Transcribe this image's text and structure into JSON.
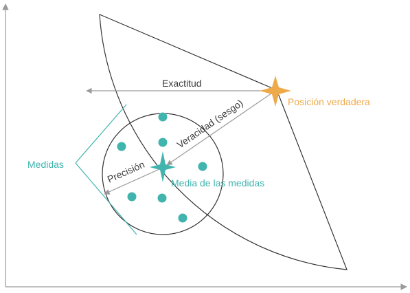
{
  "labels": {
    "exactitud": "Exactitud",
    "veracidad": "Veracidad (sesgo)",
    "precision": "Precisión",
    "posicion_verdadera": "Posición verdadera",
    "media": "Media de las medidas",
    "medidas": "Medidas"
  },
  "colors": {
    "teal": "#40b4ad",
    "orange": "#eeaa4a",
    "arrow_gray": "#9a9a9a",
    "line": "#333333",
    "axis": "#9a9a9a",
    "text": "#3a3a3a"
  },
  "measurement_count": 7
}
